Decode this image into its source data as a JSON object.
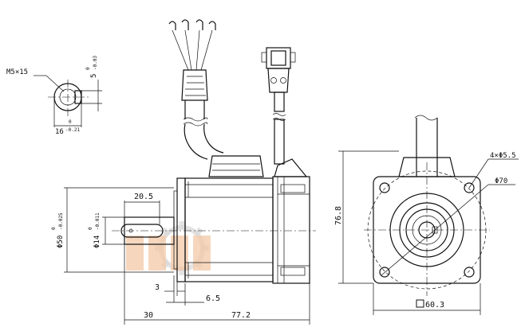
{
  "shaft_section": {
    "thread": "M5×15",
    "key_depth": "5",
    "key_depth_tol_upper": "0",
    "key_depth_tol_lower": "-0.03",
    "width": "16",
    "width_tol_upper": "0",
    "width_tol_lower": "-0.21"
  },
  "side_view": {
    "pilot_dia": "Φ50",
    "pilot_tol_upper": "0",
    "pilot_tol_lower": "-0.025",
    "shaft_dia": "Φ14",
    "shaft_tol_upper": "0",
    "shaft_tol_lower": "-0.011",
    "key_length": "20.5",
    "flange_thickness": "3",
    "pilot_depth": "6.5",
    "shaft_length": "30",
    "body_length": "77.2"
  },
  "front_view": {
    "mount_holes": "4×Φ5.5",
    "pcd": "Φ70",
    "height": "76.8",
    "flange_square": "60.3"
  },
  "watermark_icon": "gear-logo"
}
